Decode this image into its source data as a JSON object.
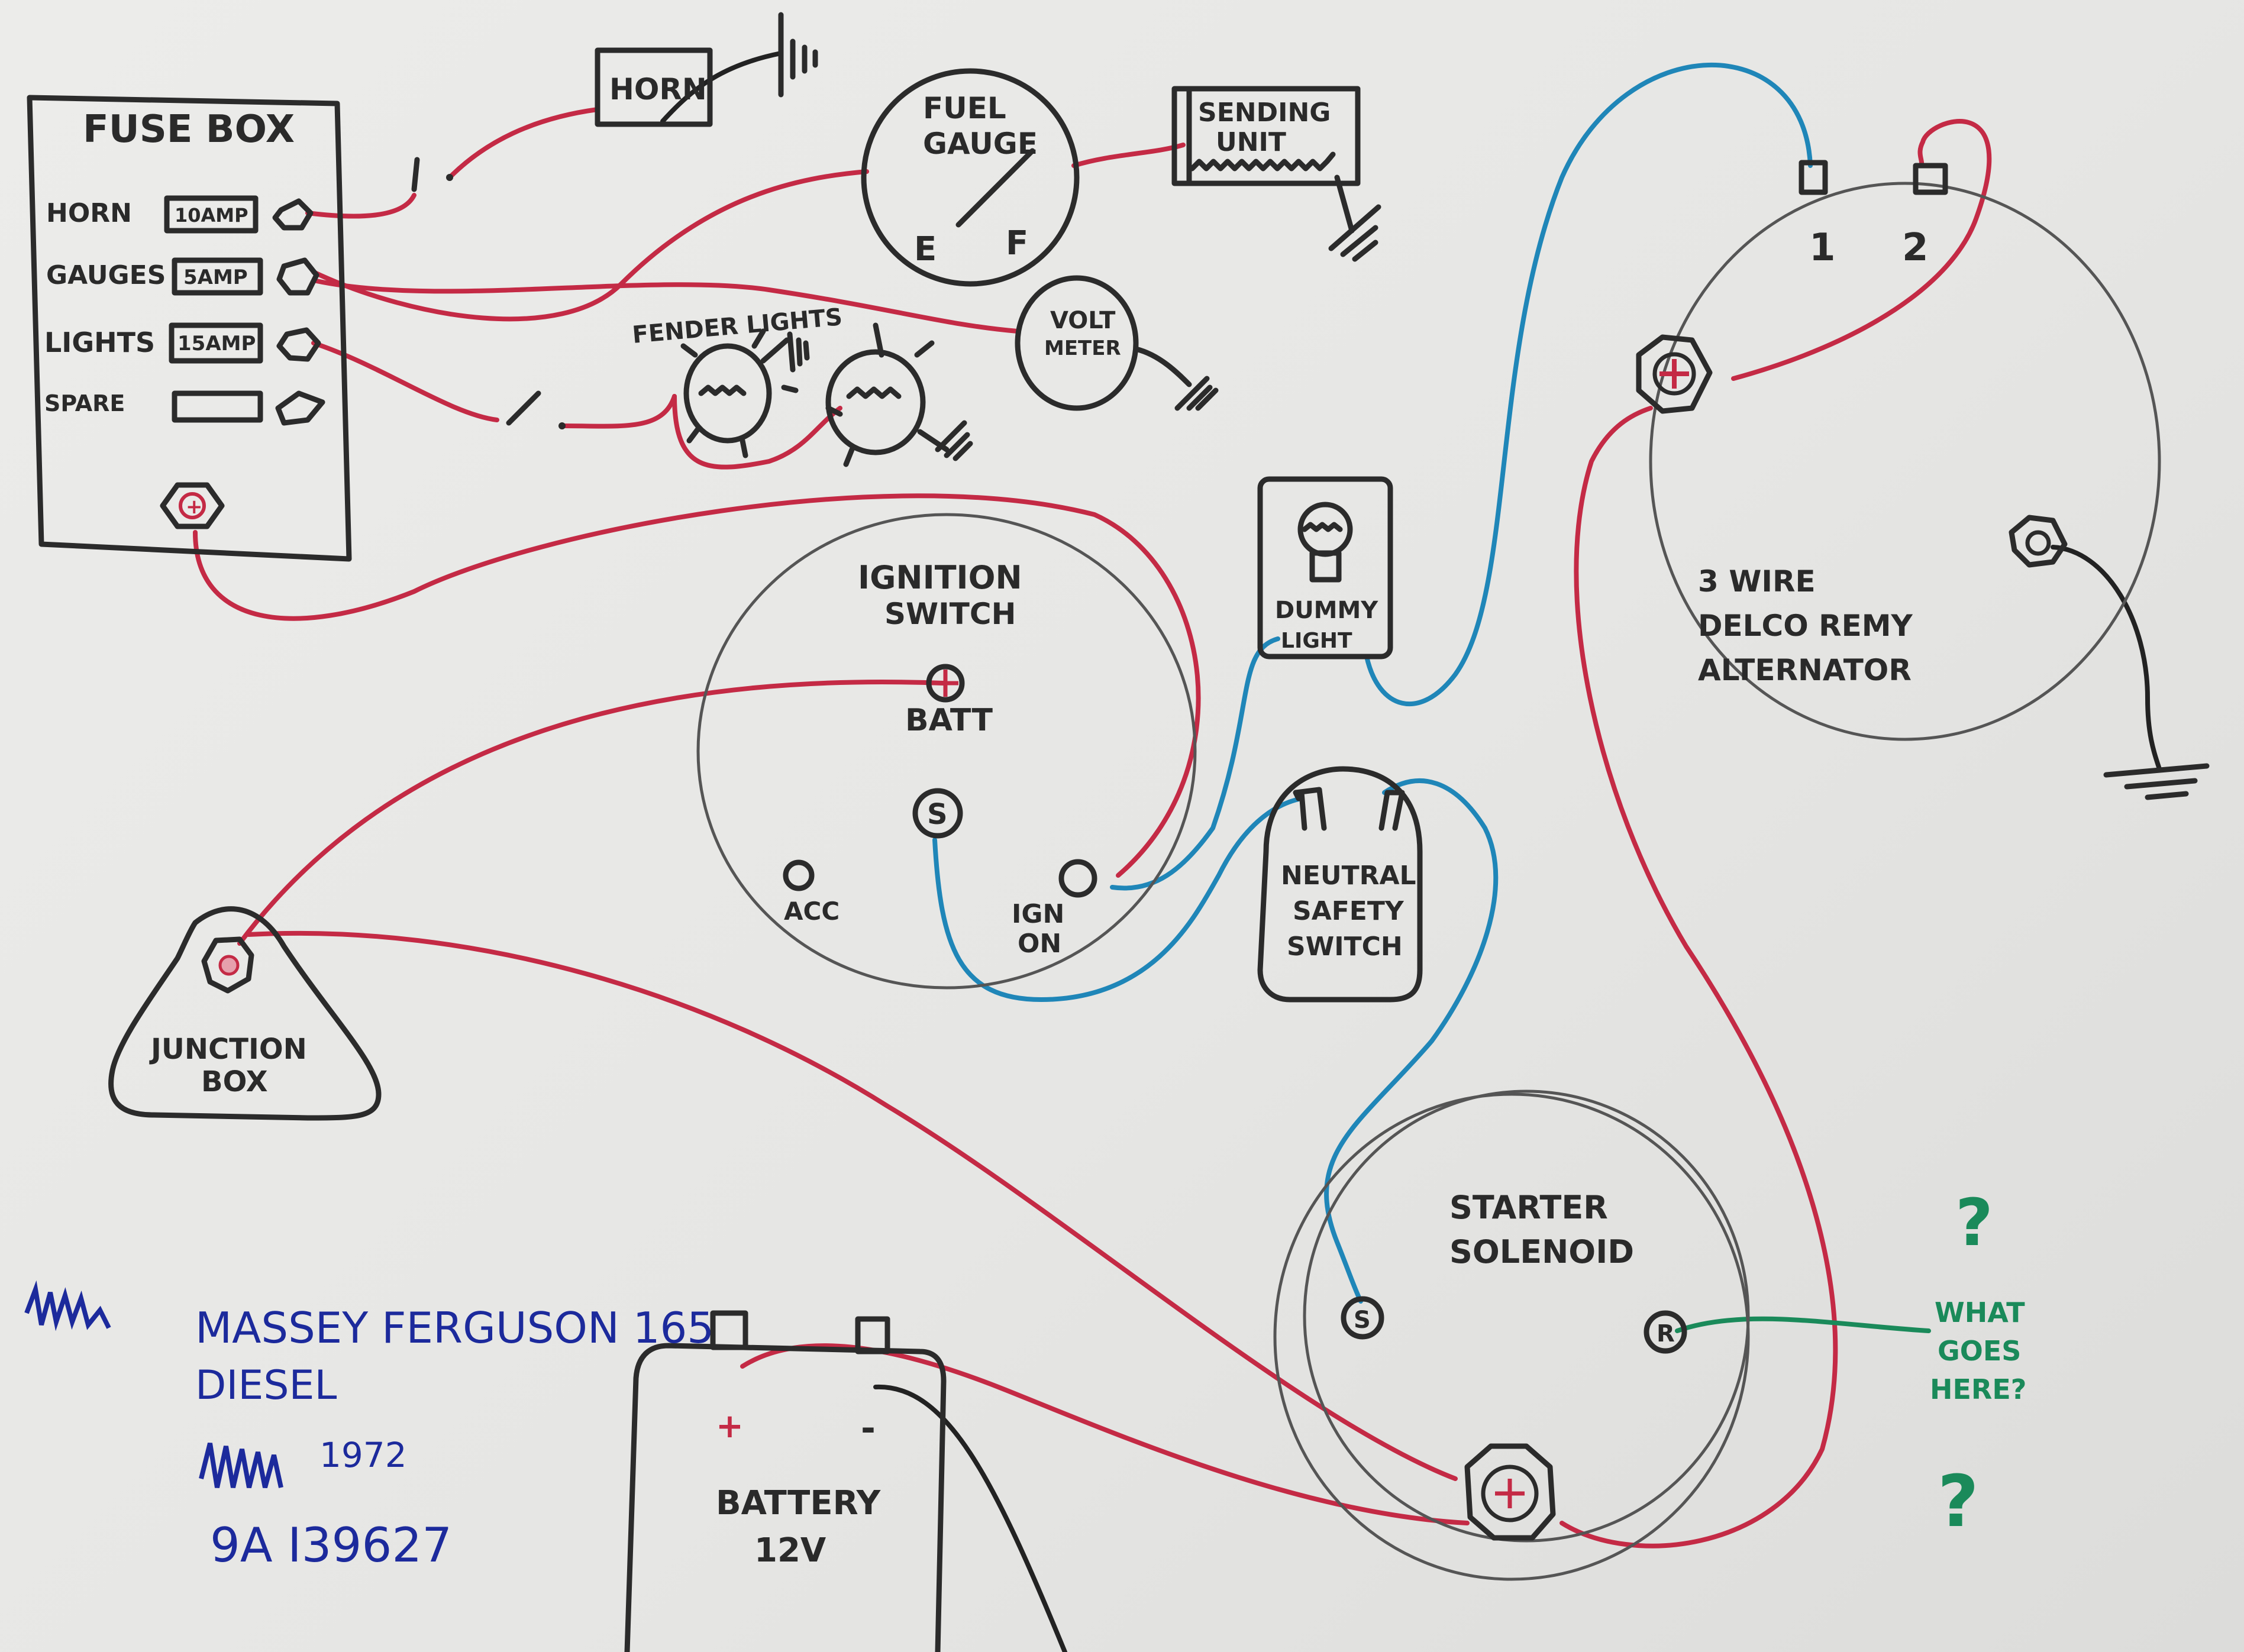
{
  "colors": {
    "power_wire": "#c42a45",
    "signal_wire": "#1f86b8",
    "ground_wire": "#222222",
    "question_wire": "#1a8a5a",
    "notes_ink": "#1c2a9c"
  },
  "fuse_box": {
    "title": "FUSE BOX",
    "fuses": [
      {
        "circuit": "HORN",
        "rating": "10AMP"
      },
      {
        "circuit": "GAUGES",
        "rating": "5AMP"
      },
      {
        "circuit": "LIGHTS",
        "rating": "15AMP"
      },
      {
        "circuit": "SPARE",
        "rating": ""
      }
    ],
    "input_terminal": "+"
  },
  "horn": {
    "label": "HORN"
  },
  "fuel_gauge": {
    "label_line1": "FUEL",
    "label_line2": "GAUGE",
    "empty": "E",
    "full": "F"
  },
  "sending_unit": {
    "label_line1": "SENDING",
    "label_line2": "UNIT"
  },
  "fender_lights": {
    "label": "FENDER LIGHTS"
  },
  "volt_meter": {
    "label_line1": "VOLT",
    "label_line2": "METER"
  },
  "dummy_light": {
    "label_line1": "DUMMY",
    "label_line2": "LIGHT"
  },
  "ignition_switch": {
    "label_line1": "IGNITION",
    "label_line2": "SWITCH",
    "terminals": {
      "batt": "BATT",
      "start": "S",
      "acc": "ACC",
      "ign_line1": "IGN",
      "ign_line2": "ON"
    }
  },
  "neutral_safety_switch": {
    "label_line1": "NEUTRAL",
    "label_line2": "SAFETY",
    "label_line3": "SWITCH"
  },
  "alternator": {
    "label_line1": "3 WIRE",
    "label_line2": "DELCO REMY",
    "label_line3": "ALTERNATOR",
    "terminal_1": "1",
    "terminal_2": "2"
  },
  "junction_box": {
    "label_line1": "JUNCTION",
    "label_line2": "BOX"
  },
  "starter_solenoid": {
    "label_line1": "STARTER",
    "label_line2": "SOLENOID",
    "terminal_s": "S",
    "terminal_r": "R"
  },
  "battery": {
    "label_line1": "BATTERY",
    "label_line2": "12V",
    "positive": "+",
    "negative": "-"
  },
  "question": {
    "q1": "?",
    "line1": "WHAT",
    "line2": "GOES",
    "line3": "HERE?",
    "q2": "?"
  },
  "notes": {
    "model": "MASSEY FERGUSON 165",
    "fuel": "DIESEL",
    "year": "1972",
    "serial": "9A I39627"
  }
}
